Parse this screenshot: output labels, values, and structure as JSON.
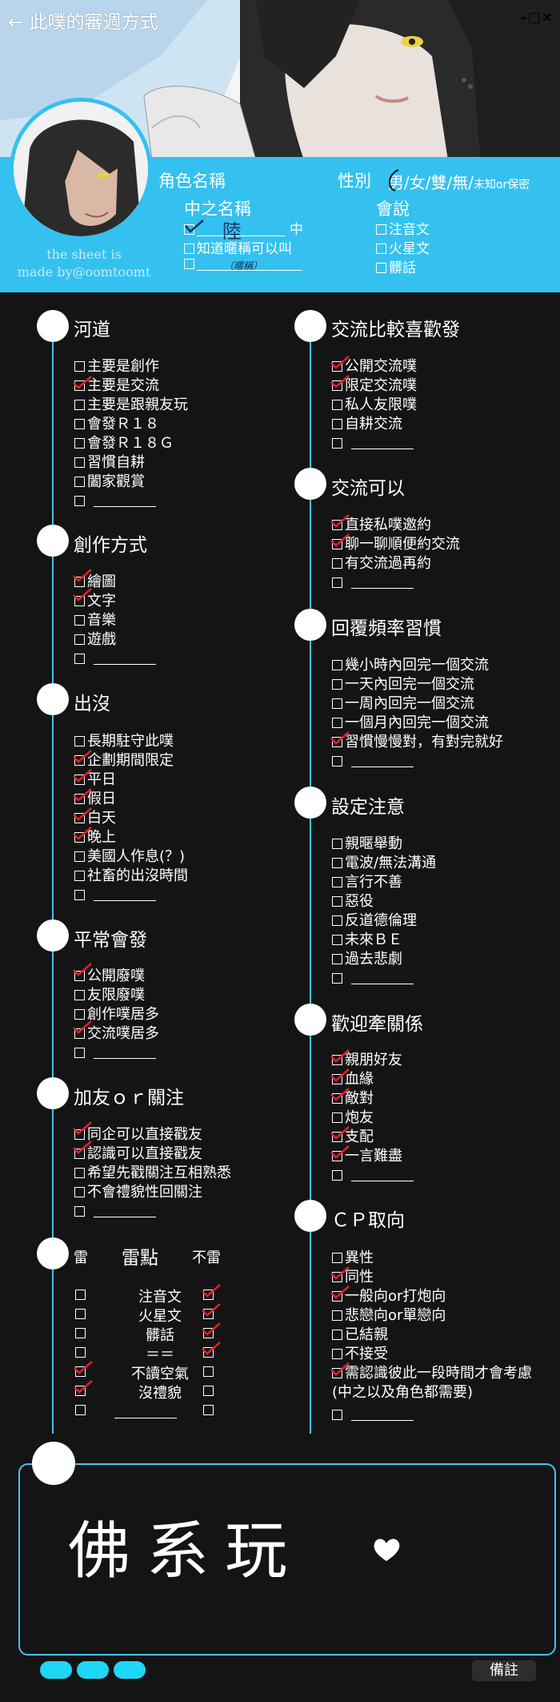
{
  "header": {
    "title": "← 此噗的審週方式",
    "window_controls": "–□×",
    "credit": [
      "the sheet is",
      "made by@oomtoomt"
    ]
  },
  "info": {
    "name_label": "角色名稱",
    "gender_label": "性別",
    "gender_options": "男/女/雙/無/",
    "gender_unknown": "未知or保密",
    "mid_name_label": "中之名稱",
    "mid_name_value": "陸",
    "mid_suffix": "中",
    "nickname_option": "知道暱稱可以叫",
    "nickname_hint": "（暱稱）",
    "speech_label": "會說",
    "speech_options": [
      "注音文",
      "火星文",
      "髒話"
    ]
  },
  "sections": {
    "river": {
      "title": "河道",
      "items": [
        "主要是創作",
        "主要是交流",
        "主要是跟親友玩",
        "會發Ｒ１８",
        "會發Ｒ１８Ｇ",
        "習慣自耕",
        "闔家觀賞"
      ]
    },
    "creation": {
      "title": "創作方式",
      "items": [
        "繪圖",
        "文字",
        "音樂",
        "遊戲"
      ]
    },
    "presence": {
      "title": "出沒",
      "items": [
        "長期駐守此噗",
        "企劃期間限定",
        "平日",
        "假日",
        "白天",
        "晚上",
        "美國人作息(？)",
        "社畜的出沒時間"
      ]
    },
    "usual": {
      "title": "平常會發",
      "items": [
        "公開廢噗",
        "友限廢噗",
        "創作噗居多",
        "交流噗居多"
      ]
    },
    "follow": {
      "title": "加友ｏｒ關注",
      "items": [
        "同企可以直接戳友",
        "認識可以直接戳友",
        "希望先戳關注互相熟悉",
        "不會禮貌性回關注"
      ]
    },
    "mines": {
      "title": "雷點",
      "left_head": "雷",
      "right_head": "不雷",
      "items": [
        "注音文",
        "火星文",
        "髒話",
        "＝＝",
        "不讀空氣",
        "沒禮貌"
      ]
    },
    "exchange_pref": {
      "title": "交流比較喜歡發",
      "items": [
        "公開交流噗",
        "限定交流噗",
        "私人友限噗",
        "自耕交流"
      ]
    },
    "exchange_ok": {
      "title": "交流可以",
      "items": [
        "直接私噗邀約",
        "聊一聊順便約交流",
        "有交流過再約"
      ]
    },
    "reply": {
      "title": "回覆頻率習慣",
      "items": [
        "幾小時內回完一個交流",
        "一天內回完一個交流",
        "一周內回完一個交流",
        "一個月內回完一個交流",
        "習慣慢慢對，有對完就好"
      ]
    },
    "settings": {
      "title": "設定注意",
      "items": [
        "親暱舉動",
        "電波/無法溝通",
        "言行不善",
        "惡役",
        "反道德倫理",
        "未來ＢＥ",
        "過去悲劇"
      ]
    },
    "relations": {
      "title": "歡迎牽關係",
      "items": [
        "親朋好友",
        "血緣",
        "敵對",
        "炮友",
        "支配",
        "一言難盡"
      ]
    },
    "cp": {
      "title": "ＣＰ取向",
      "items": [
        "異性",
        "同性",
        "一般向or打炮向",
        "悲戀向or單戀向",
        "已結親",
        "不接受",
        "需認識彼此一段時間才會考慮",
        "(中之以及角色都需要)"
      ]
    }
  },
  "notes": {
    "handwriting": "佛系玩"
  },
  "footer": {
    "remark_label": "備註"
  },
  "colors": {
    "accent": "#34c1f0",
    "background": "#141414",
    "check": "#e0202a"
  }
}
